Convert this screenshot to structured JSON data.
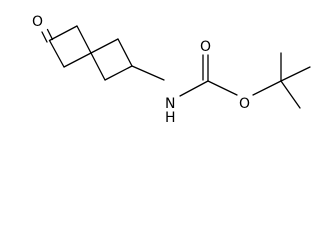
{
  "structure": {
    "atoms": {
      "ketone_oxygen": "O",
      "amide_nitrogen": "N",
      "amide_hydrogen": "H",
      "carbonyl_oxygen": "O",
      "ester_oxygen": "O"
    }
  },
  "colors": {
    "bond": "#000000",
    "text": "#000000",
    "background": "#ffffff"
  }
}
